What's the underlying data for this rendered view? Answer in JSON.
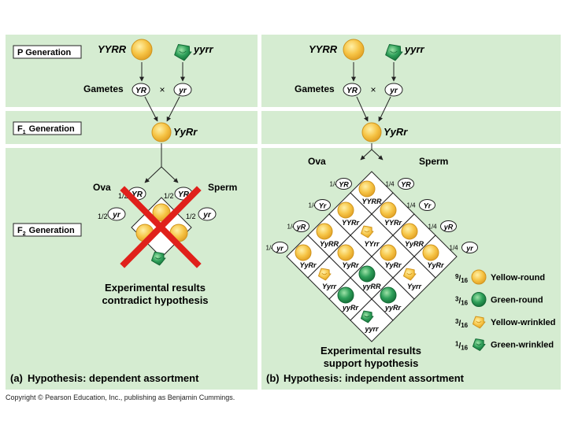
{
  "labels": {
    "p_generation": "P Generation",
    "f1_generation_prefix": "F",
    "f1_sub": "1",
    "f1_generation_suffix": "Generation",
    "f2_generation_prefix": "F",
    "f2_sub": "2",
    "f2_generation_suffix": "Generation",
    "gametes": "Gametes",
    "cross": "×",
    "ova": "Ova",
    "sperm": "Sperm"
  },
  "panel_a": {
    "parent1": "YYRR",
    "parent2": "yyrr",
    "gamete1": "YR",
    "gamete2": "yr",
    "f1": "YyRr",
    "ova": [
      {
        "frac": "1/2",
        "allele": "YR"
      },
      {
        "frac": "1/2",
        "allele": "yr"
      }
    ],
    "sperm": [
      {
        "frac": "1/2",
        "allele": "YR"
      },
      {
        "frac": "1/2",
        "allele": "yr"
      }
    ],
    "result_line1": "Experimental results",
    "result_line2": "contradict hypothesis",
    "caption_letter": "(a)",
    "caption": "Hypothesis: dependent assortment"
  },
  "panel_b": {
    "parent1": "YYRR",
    "parent2": "yyrr",
    "gamete1": "YR",
    "gamete2": "yr",
    "f1": "YyRr",
    "ova": [
      {
        "frac": "1/4",
        "allele": "YR"
      },
      {
        "frac": "1/4",
        "allele": "Yr"
      },
      {
        "frac": "1/4",
        "allele": "yR"
      },
      {
        "frac": "1/4",
        "allele": "yr"
      }
    ],
    "sperm": [
      {
        "frac": "1/4",
        "allele": "YR"
      },
      {
        "frac": "1/4",
        "allele": "Yr"
      },
      {
        "frac": "1/4",
        "allele": "yR"
      },
      {
        "frac": "1/4",
        "allele": "yr"
      }
    ],
    "grid": [
      [
        "YYRR",
        "YYRr",
        "YyRR",
        "YyRr"
      ],
      [
        "YYRr",
        "YYrr",
        "YyRr",
        "Yyrr"
      ],
      [
        "YyRR",
        "YyRr",
        "yyRR",
        "yyRr"
      ],
      [
        "YyRr",
        "Yyrr",
        "yyRr",
        "yyrr"
      ]
    ],
    "legend": [
      {
        "num": "9",
        "den": "16",
        "label": "Yellow-round",
        "pea": "yellow-round"
      },
      {
        "num": "3",
        "den": "16",
        "label": "Green-round",
        "pea": "green-round"
      },
      {
        "num": "3",
        "den": "16",
        "label": "Yellow-wrinkled",
        "pea": "yellow-wrinkled"
      },
      {
        "num": "1",
        "den": "16",
        "label": "Green-wrinkled",
        "pea": "green-wrinkled"
      }
    ],
    "result_line1": "Experimental results",
    "result_line2": "support hypothesis",
    "caption_letter": "(b)",
    "caption": "Hypothesis: independent assortment"
  },
  "copyright": "Copyright © Pearson Education, Inc., publishing as Benjamin Cummings.",
  "colors": {
    "panel_bg": "#d5ecd1",
    "yellow_pea": "#f6c445",
    "yellow_pea_stroke": "#d99a1b",
    "green_pea": "#2fa05a",
    "green_pea_stroke": "#16733a",
    "cross_red": "#e0201b"
  }
}
